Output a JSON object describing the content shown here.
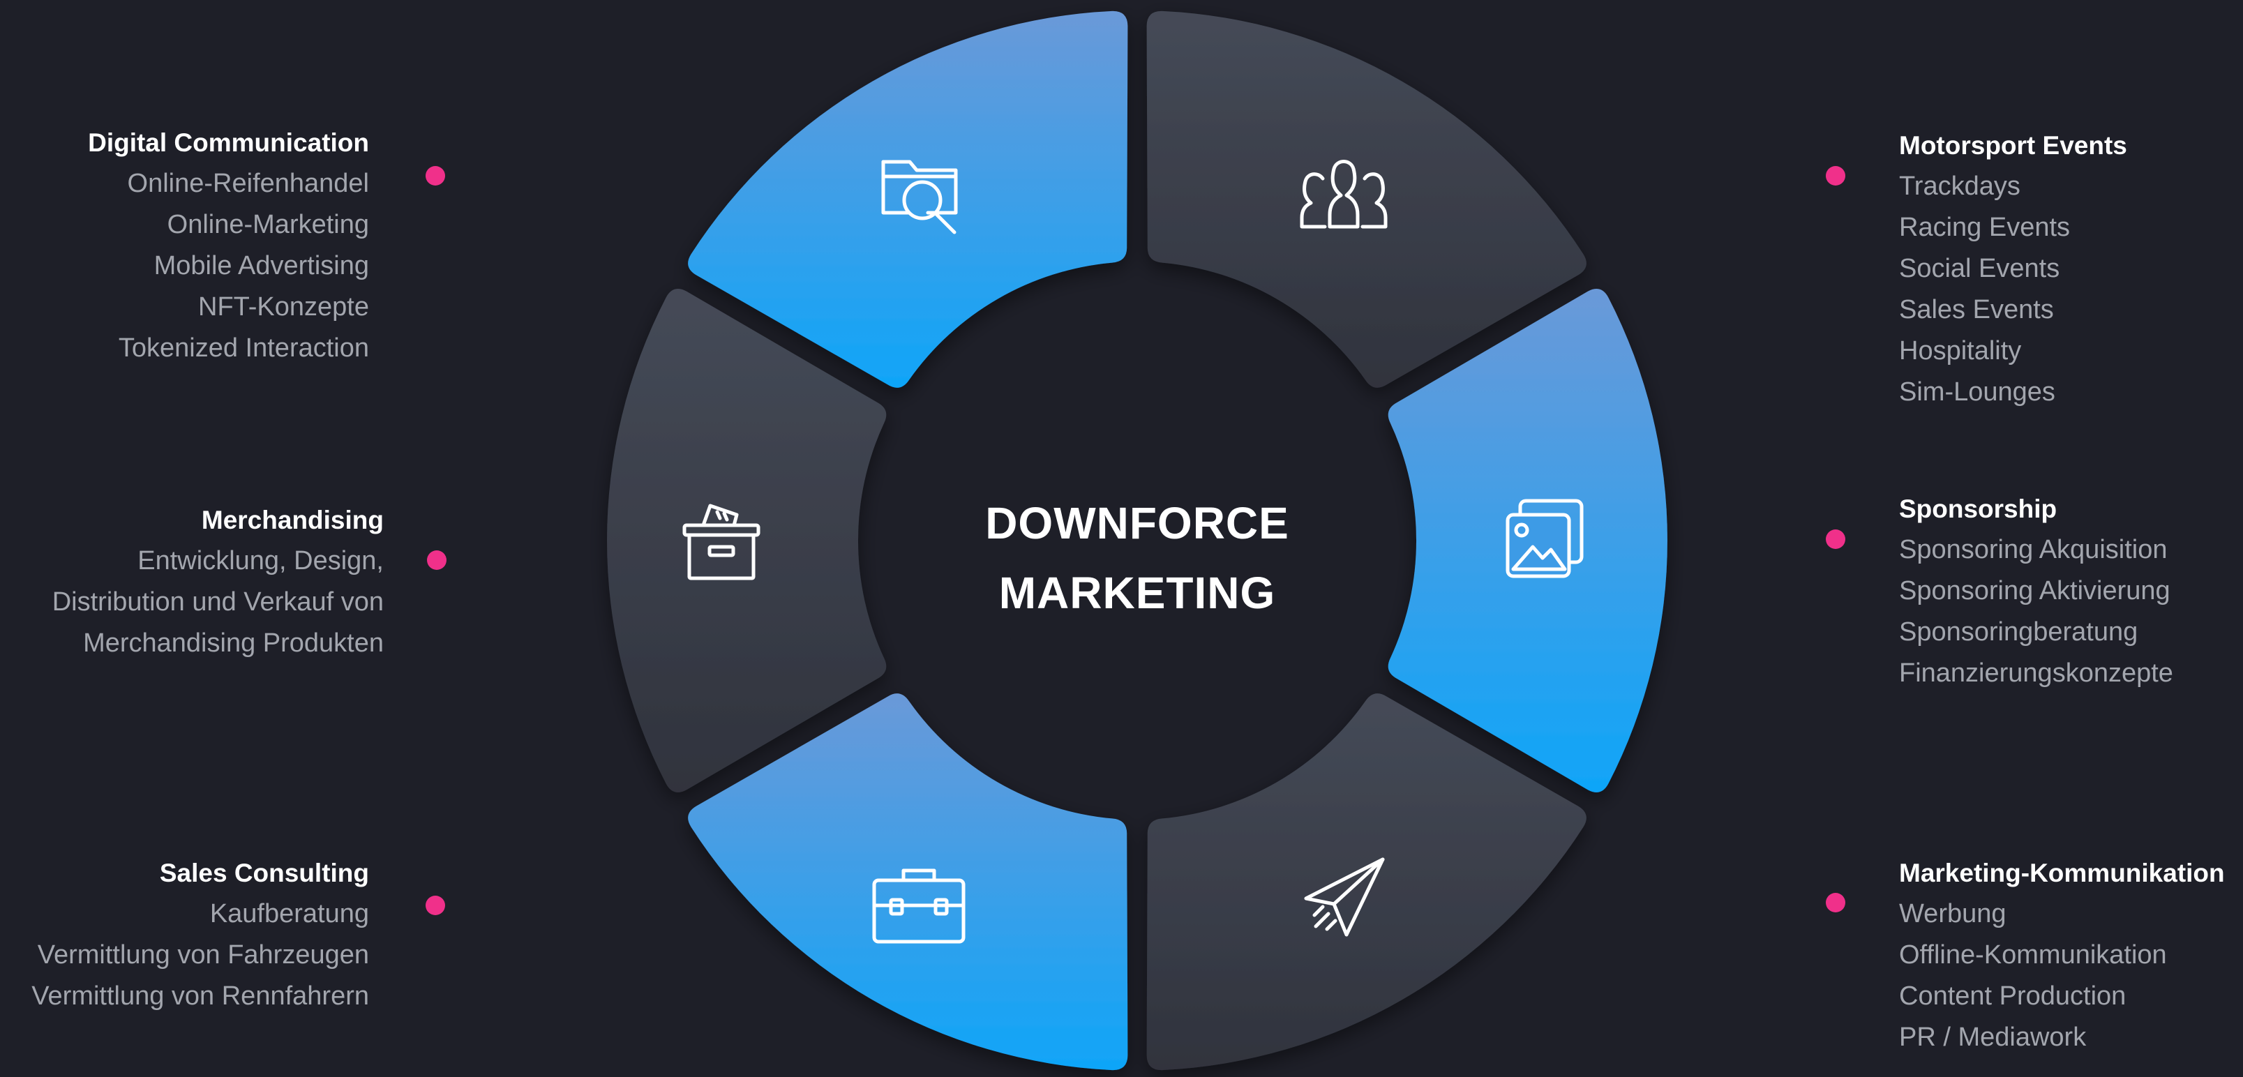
{
  "center": {
    "line1": "DOWNFORCE",
    "line2": "MARKETING"
  },
  "colors": {
    "background": "#1e1f28",
    "blue_top": "#6a99d8",
    "blue_bottom": "#0fa5f8",
    "grey_top": "#454a57",
    "grey_bottom": "#30333d",
    "dot": "#f0308a",
    "heading": "#ffffff",
    "text": "#a3a6ae"
  },
  "segments": [
    {
      "icon": "folder-search-icon",
      "fill": "blue"
    },
    {
      "icon": "people-icon",
      "fill": "grey"
    },
    {
      "icon": "image-gallery-icon",
      "fill": "blue"
    },
    {
      "icon": "paper-plane-icon",
      "fill": "grey"
    },
    {
      "icon": "briefcase-icon",
      "fill": "blue"
    },
    {
      "icon": "archive-box-icon",
      "fill": "grey"
    }
  ],
  "blocks": {
    "digital": {
      "title": "Digital Communication",
      "items": [
        "Online-Reifenhandel",
        "Online-Marketing",
        "Mobile Advertising",
        "NFT-Konzepte",
        "Tokenized Interaction"
      ]
    },
    "merch": {
      "title": "Merchandising",
      "items": [
        "Entwicklung, Design,",
        "Distribution und Verkauf von",
        "Merchandising Produkten"
      ]
    },
    "sales": {
      "title": "Sales Consulting",
      "items": [
        "Kaufberatung",
        "Vermittlung von Fahrzeugen",
        "Vermittlung von Rennfahrern"
      ]
    },
    "motorsport": {
      "title": "Motorsport Events",
      "items": [
        "Trackdays",
        "Racing Events",
        "Social Events",
        "Sales Events",
        "Hospitality",
        "Sim-Lounges"
      ]
    },
    "sponsorship": {
      "title": "Sponsorship",
      "items": [
        "Sponsoring Akquisition",
        "Sponsoring Aktivierung",
        "Sponsoringberatung",
        "Finanzierungskonzepte"
      ]
    },
    "marketing": {
      "title": "Marketing-Kommunikation",
      "items": [
        "Werbung",
        "Offline-Kommunikation",
        "Content Production",
        "PR / Mediawork"
      ]
    }
  }
}
